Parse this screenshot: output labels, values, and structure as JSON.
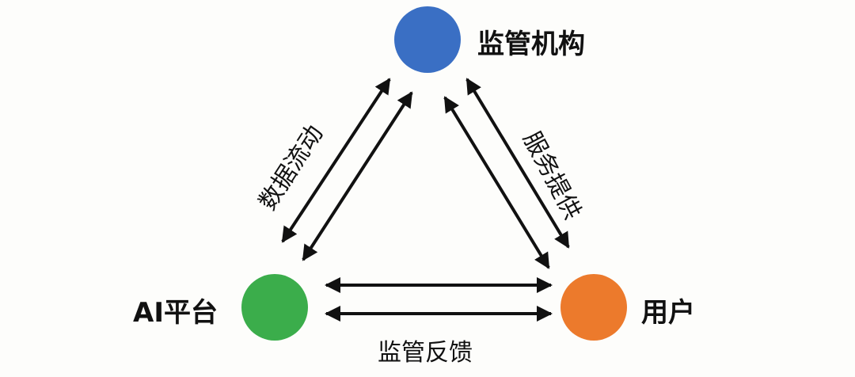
{
  "nodes": {
    "regulator": {
      "label": "监管机构",
      "color": "#3a6fc4"
    },
    "platform": {
      "label": "AI平台",
      "color": "#3bad4b"
    },
    "user": {
      "label": "用户",
      "color": "#ec7a2c"
    }
  },
  "edges": {
    "platform_regulator": "数据流动",
    "regulator_user": "服务提供",
    "platform_user": "监管反馈"
  }
}
